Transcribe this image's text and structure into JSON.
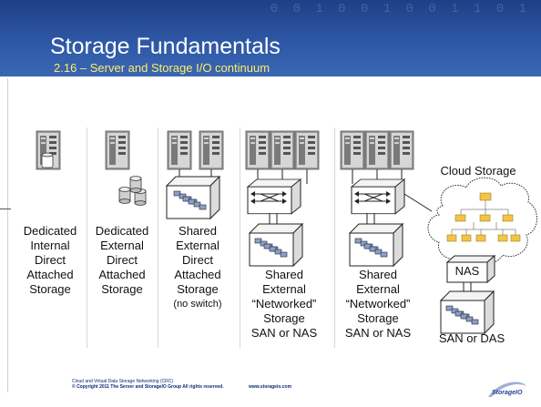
{
  "slide": {
    "title": "Storage Fundamentals",
    "subtitle": "2.16 – Server and Storage I/O continuum",
    "header_digits": "0 0 1 0 0 1 0 0 1 1 0 1"
  },
  "columns": [
    {
      "lines": [
        "Dedicated",
        "Internal",
        "Direct",
        "Attached",
        "Storage"
      ]
    },
    {
      "lines": [
        "Dedicated",
        "External",
        "Direct",
        "Attached",
        "Storage"
      ]
    },
    {
      "lines": [
        "Shared",
        "External",
        "Direct",
        "Attached",
        "Storage"
      ],
      "note": "(no switch)"
    },
    {
      "lines": [
        "Shared",
        "External",
        "“Networked”",
        "Storage",
        "SAN or NAS"
      ]
    },
    {
      "lines": [
        "Shared",
        "External",
        "“Networked”",
        "Storage",
        "SAN or NAS"
      ]
    }
  ],
  "cloud": {
    "title": "Cloud Storage",
    "nas_label": "NAS",
    "bottom_label": "SAN or DAS"
  },
  "footer": {
    "line1": "Cloud and Virtual Data Storage Networking (CRC)",
    "line2": "© Copyright 2011 The Server and StorageIO Group All rights reserved.",
    "url": "www.storageio.com",
    "logo_text": "StorageIO"
  },
  "colors": {
    "header": "#2f5aa8",
    "subtitle": "#ffee66",
    "server_dark": "#6e6e6e",
    "server_light": "#d9d9d9",
    "box_fill": "#ffffff"
  }
}
